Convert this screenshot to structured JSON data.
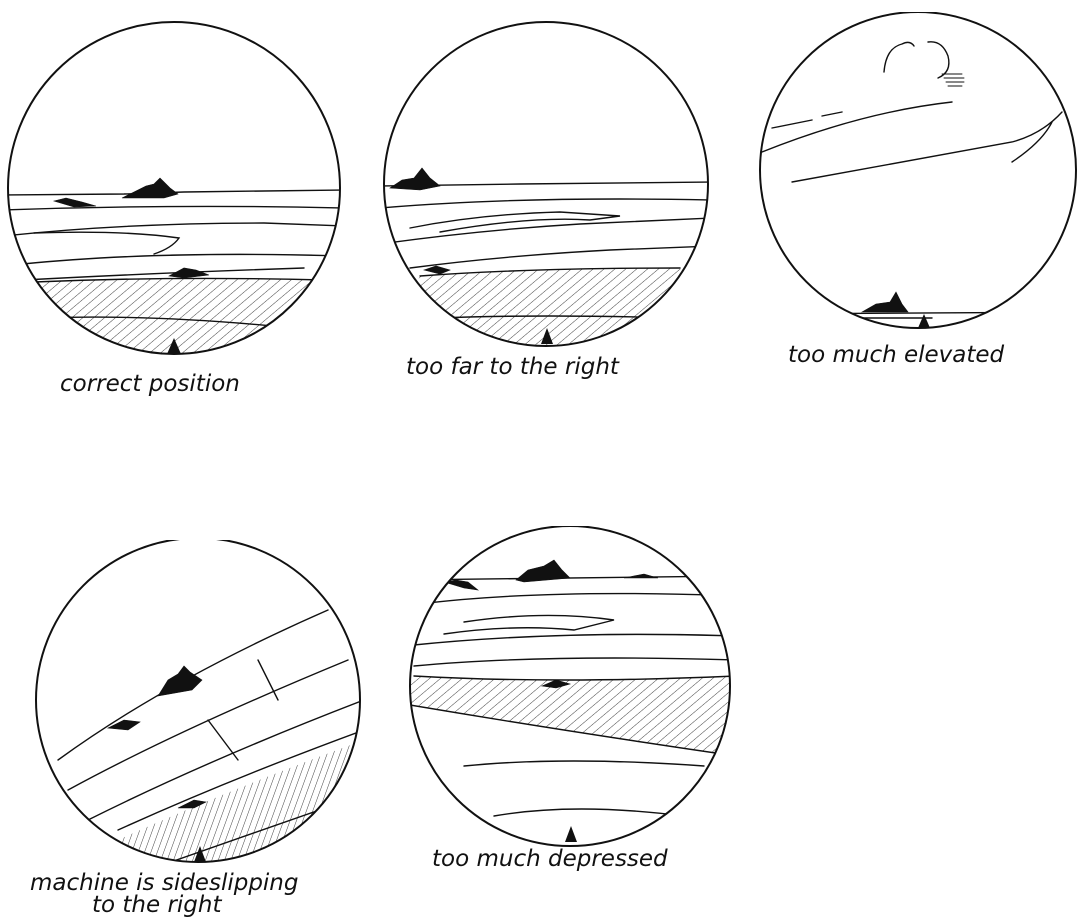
{
  "figure": {
    "panels": [
      {
        "id": "correct",
        "caption": "correct position"
      },
      {
        "id": "right",
        "caption": "too far to the right"
      },
      {
        "id": "elevated",
        "caption": "too much elevated"
      },
      {
        "id": "sideslip",
        "caption_line1": "machine is sideslipping",
        "caption_line2": "to the right"
      },
      {
        "id": "depressed",
        "caption": "too much depressed"
      }
    ]
  }
}
